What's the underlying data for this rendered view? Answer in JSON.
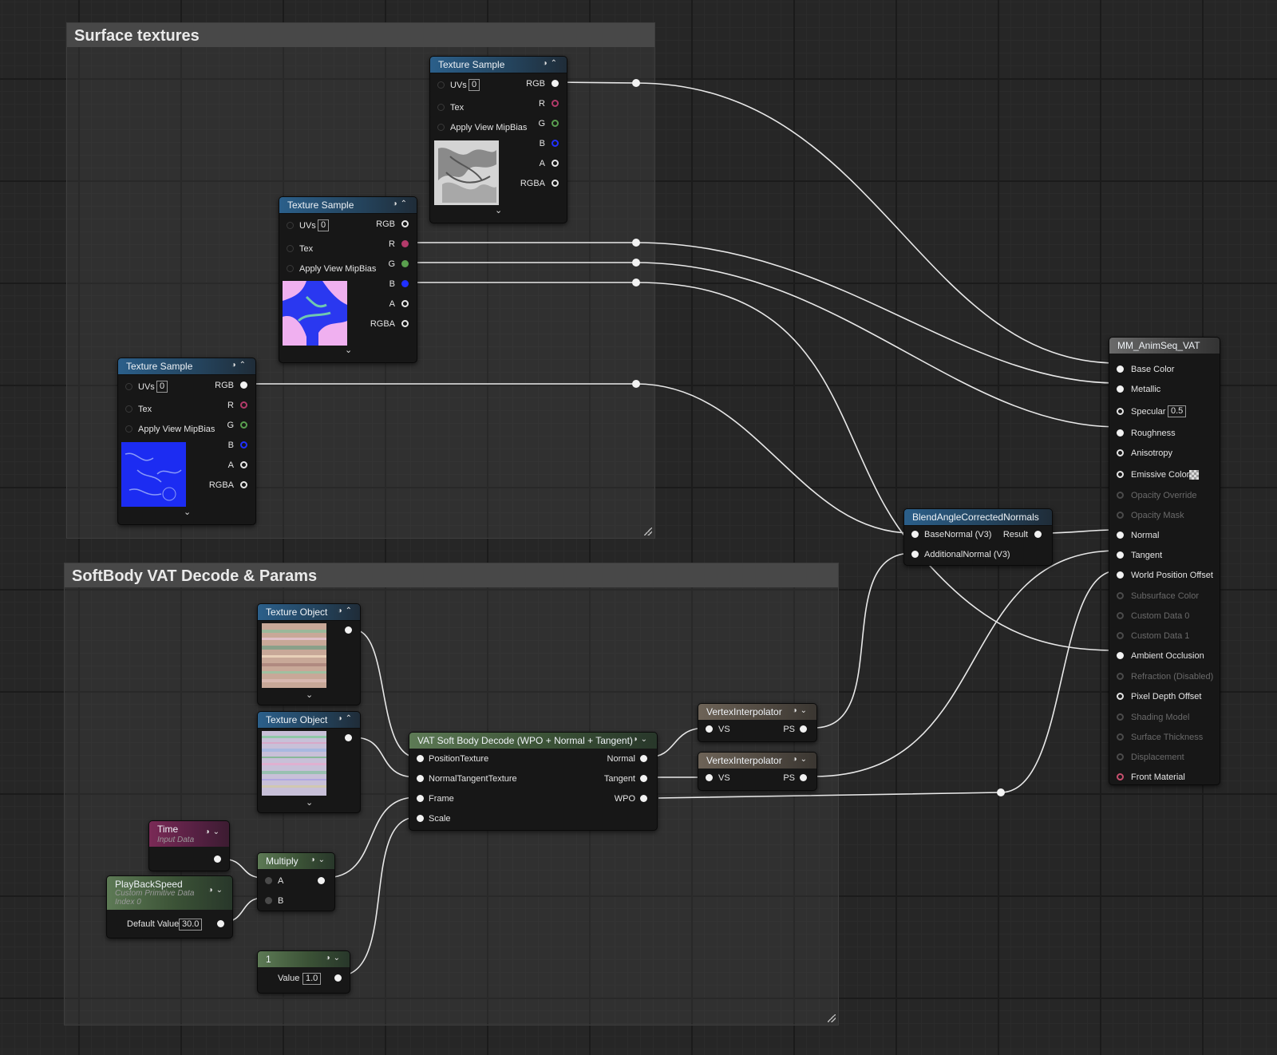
{
  "comments": {
    "surface": {
      "title": "Surface textures"
    },
    "softbody": {
      "title": "SoftBody VAT Decode & Params"
    }
  },
  "texture_sample": {
    "title": "Texture Sample",
    "inputs": [
      "UVs",
      "Tex",
      "Apply View MipBias"
    ],
    "uv_value": "0",
    "outputs": [
      "RGB",
      "R",
      "G",
      "B",
      "A",
      "RGBA"
    ]
  },
  "texture_object": {
    "title": "Texture Object"
  },
  "time_node": {
    "title": "Time",
    "subtitle": "Input Data"
  },
  "playback_node": {
    "title": "PlayBackSpeed",
    "subtitle1": "Custom Primitive Data",
    "subtitle2": "Index 0",
    "default_label": "Default Value",
    "default_value": "30.0"
  },
  "multiply_node": {
    "title": "Multiply",
    "inputs": [
      "A",
      "B"
    ]
  },
  "constant_node": {
    "title": "1",
    "value_label": "Value",
    "value": "1.0"
  },
  "vat_node": {
    "title": "VAT Soft Body Decode (WPO + Normal + Tangent)",
    "inputs": [
      "PositionTexture",
      "NormalTangentTexture",
      "Frame",
      "Scale"
    ],
    "outputs": [
      "Normal",
      "Tangent",
      "WPO"
    ]
  },
  "vertex_interp": {
    "title": "VertexInterpolator",
    "input": "VS",
    "output": "PS"
  },
  "blend_node": {
    "title": "BlendAngleCorrectedNormals",
    "inputs": [
      "BaseNormal (V3)",
      "AdditionalNormal (V3)"
    ],
    "output": "Result"
  },
  "material_node": {
    "title": "MM_AnimSeq_VAT",
    "pins": [
      "Base Color",
      "Metallic",
      "Specular",
      "Roughness",
      "Anisotropy",
      "Emissive Color",
      "Opacity Override",
      "Opacity Mask",
      "Normal",
      "Tangent",
      "World Position Offset",
      "Subsurface Color",
      "Custom Data 0",
      "Custom Data 1",
      "Ambient Occlusion",
      "Refraction (Disabled)",
      "Pixel Depth Offset",
      "Shading Model",
      "Surface Thickness",
      "Displacement",
      "Front Material"
    ],
    "specular_value": "0.5"
  },
  "colors": {
    "pin_r": "#b33a6a",
    "pin_g": "#5aa04e",
    "pin_b": "#2030ff",
    "wire": "#e8e8e8",
    "front_material_pin": "#c8506e"
  }
}
